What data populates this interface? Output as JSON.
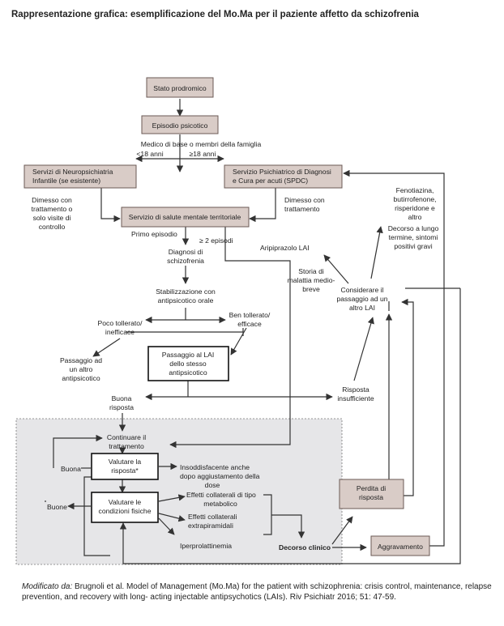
{
  "title": "Rappresentazione grafica: esemplificazione del Mo.Ma per il paziente affetto da schizofrenia",
  "nodes": {
    "stato_prodromico": "Stato prodromico",
    "episodio_psicotico": "Episodio psicotico",
    "medico": "Medico di base o membri della famiglia",
    "lt18": "<18 anni",
    "ge18": "≥18 anni",
    "neuropsichiatria": [
      "Servizi di Neuropsichiatria",
      "Infantile (se esistente)"
    ],
    "spdc": [
      "Servizio Psichiatrico di Diagnosi",
      "e Cura per acuti (SPDC)"
    ],
    "dimesso_sx": [
      "Dimesso con",
      "trattamento o",
      "solo visite di",
      "controllo"
    ],
    "dimesso_dx": [
      "Dimesso con",
      "trattamento"
    ],
    "territoriale": "Servizio di salute mentale territoriale",
    "primo_episodio": "Primo episodio",
    "due_episodi": "≥ 2 episodi",
    "diagnosi": [
      "Diagnosi di",
      "schizofrenia"
    ],
    "stabilizzazione": [
      "Stabilizzazione con",
      "antipsicotico orale"
    ],
    "poco_tollerato": [
      "Poco tollerato/",
      "inefficace"
    ],
    "ben_tollerato": [
      "Ben tollerato/",
      "efficace"
    ],
    "passaggio_altro": [
      "Passaggio ad",
      "un altro",
      "antipsicotico"
    ],
    "passaggio_lai": [
      "Passaggio al LAI",
      "dello stesso",
      "antipsicotico"
    ],
    "buona_risposta": [
      "Buona",
      "risposta"
    ],
    "risposta_insufficiente": [
      "Risposta",
      "insufficiente"
    ],
    "fenotiazina": [
      "Fenotiazina,",
      "butirrofenone,",
      "risperidone e",
      "altro"
    ],
    "decorso_lungo": [
      "Decorso a lungo",
      "termine, sintomi",
      "positivi gravi"
    ],
    "aripiprazolo": "Aripiprazolo LAI",
    "storia": [
      "Storia di",
      "malattia medio-",
      "breve"
    ],
    "considerare": [
      "Considerare il",
      "passaggio ad un",
      "altro LAI"
    ],
    "continuare": [
      "Continuare il",
      "trattamento"
    ],
    "buona": "Buona",
    "valutare_risposta": [
      "Valutare la",
      "risposta*"
    ],
    "insoddisfacente": [
      "Insoddisfacente anche",
      "dopo aggiustamento della",
      "dose"
    ],
    "buone": "Buone",
    "valutare_condizioni": [
      "Valutare le",
      "condizioni fisiche"
    ],
    "effetti_metabolico": [
      "Effetti collaterali di tipo",
      "metabolico"
    ],
    "effetti_extrapiramidali": [
      "Effetti collaterali",
      "extrapiramidali"
    ],
    "iperprolattinemia": "Iperprolattinemia",
    "decorso_clinico": "Decorso clinico",
    "perdita_risposta": [
      "Perdita di",
      "risposta"
    ],
    "aggravamento": "Aggravamento"
  },
  "footer": {
    "prefix": "Modificato da:",
    "text": " Brugnoli et al. Model of Management (Mo.Ma) for the patient with schizophrenia: crisis control, maintenance, relapse prevention, and recovery with long- acting injectable antipsychotics (LAIs). Riv Psichiatr 2016; 51: 47-59."
  }
}
